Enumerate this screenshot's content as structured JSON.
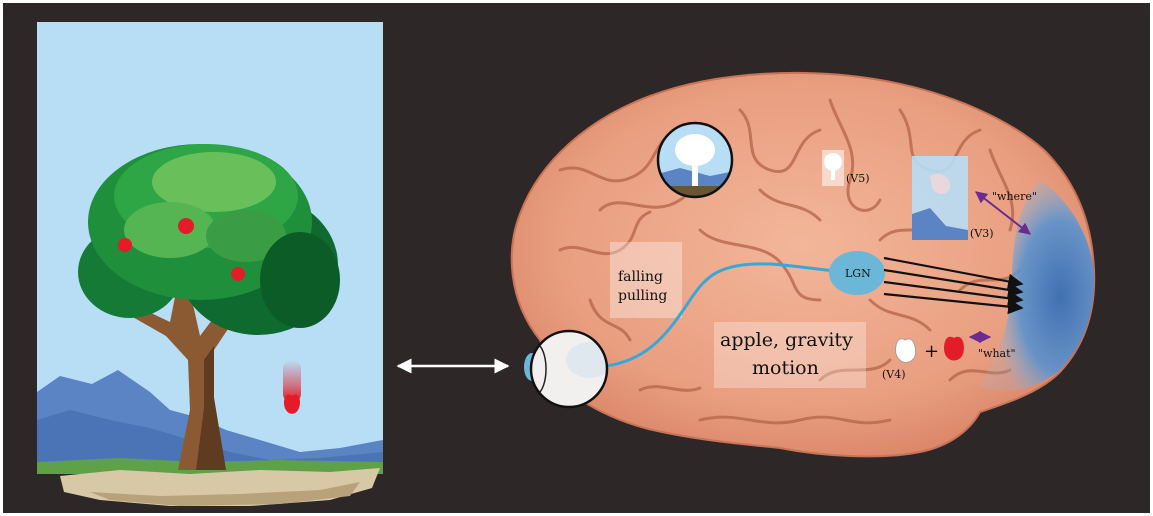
{
  "labels": {
    "falling": "falling",
    "pulling": "pulling",
    "lgn": "LGN",
    "v5": "(V5)",
    "where": "\"where\"",
    "v3": "(V3)",
    "apple_gravity": "apple, gravity",
    "motion": "motion",
    "plus": "+",
    "what": "\"what\"",
    "v4": "(V4)"
  },
  "colors": {
    "background": "#2e2727",
    "sky": "#b7def5",
    "brain": "#eda98c",
    "brain_fold": "#b8684d",
    "visual_cortex": "#4f86c6",
    "lgn": "#6cb7d8",
    "optic_nerve": "#3aa7d9",
    "apple": "#e21c28",
    "where_arrow": "#6a2c8e"
  }
}
